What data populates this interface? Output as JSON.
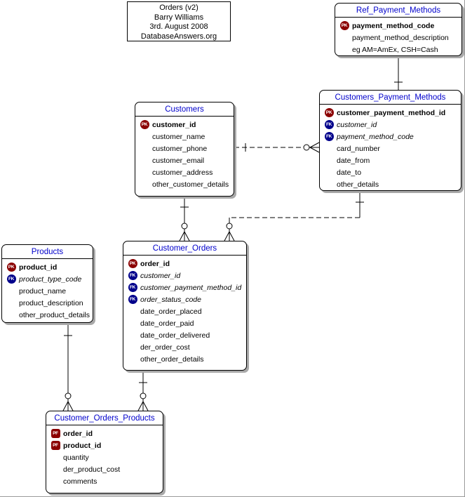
{
  "title_box": {
    "lines": [
      "Orders (v2)",
      "Barry Williams",
      "3rd. August 2008",
      "DatabaseAnswers.org"
    ]
  },
  "colors": {
    "table_title": "#0000CC",
    "pk_icon": "#8B0000",
    "fk_icon": "#00008B",
    "shadow": "#A9A9A9"
  },
  "tables": {
    "ref_payment_methods": {
      "title": "Ref_Payment_Methods",
      "rows": [
        {
          "icon": "PK",
          "label": "payment_method_code",
          "style": "pk"
        },
        {
          "icon": "",
          "label": "payment_method_description",
          "style": "normal"
        },
        {
          "icon": "",
          "label": "eg AM=AmEx, CSH=Cash",
          "style": "normal"
        }
      ]
    },
    "customers_payment_methods": {
      "title": "Customers_Payment_Methods",
      "rows": [
        {
          "icon": "PK",
          "label": "customer_payment_method_id",
          "style": "pk"
        },
        {
          "icon": "FK",
          "label": "customer_id",
          "style": "fk"
        },
        {
          "icon": "FK",
          "label": "payment_method_code",
          "style": "fk"
        },
        {
          "icon": "",
          "label": "card_number",
          "style": "normal"
        },
        {
          "icon": "",
          "label": "date_from",
          "style": "normal"
        },
        {
          "icon": "",
          "label": "date_to",
          "style": "normal"
        },
        {
          "icon": "",
          "label": "other_details",
          "style": "normal"
        }
      ]
    },
    "customers": {
      "title": "Customers",
      "rows": [
        {
          "icon": "PK",
          "label": "customer_id",
          "style": "pk"
        },
        {
          "icon": "",
          "label": "customer_name",
          "style": "normal"
        },
        {
          "icon": "",
          "label": "customer_phone",
          "style": "normal"
        },
        {
          "icon": "",
          "label": "customer_email",
          "style": "normal"
        },
        {
          "icon": "",
          "label": "customer_address",
          "style": "normal"
        },
        {
          "icon": "",
          "label": "other_customer_details",
          "style": "normal"
        }
      ]
    },
    "products": {
      "title": "Products",
      "rows": [
        {
          "icon": "PK",
          "label": "product_id",
          "style": "pk"
        },
        {
          "icon": "FK",
          "label": "product_type_code",
          "style": "fk"
        },
        {
          "icon": "",
          "label": "product_name",
          "style": "normal"
        },
        {
          "icon": "",
          "label": "product_description",
          "style": "normal"
        },
        {
          "icon": "",
          "label": "other_product_details",
          "style": "normal"
        }
      ]
    },
    "customer_orders": {
      "title": "Customer_Orders",
      "rows": [
        {
          "icon": "PK",
          "label": "order_id",
          "style": "pk"
        },
        {
          "icon": "FK",
          "label": "customer_id",
          "style": "fk"
        },
        {
          "icon": "FK",
          "label": "customer_payment_method_id",
          "style": "fk"
        },
        {
          "icon": "FK",
          "label": "order_status_code",
          "style": "fk"
        },
        {
          "icon": "",
          "label": "date_order_placed",
          "style": "normal"
        },
        {
          "icon": "",
          "label": "date_order_paid",
          "style": "normal"
        },
        {
          "icon": "",
          "label": "date_order_delivered",
          "style": "normal"
        },
        {
          "icon": "",
          "label": "der_order_cost",
          "style": "normal"
        },
        {
          "icon": "",
          "label": "other_order_details",
          "style": "normal"
        }
      ]
    },
    "customer_orders_products": {
      "title": "Customer_Orders_Products",
      "rows": [
        {
          "icon": "PF",
          "label": "order_id",
          "style": "pk"
        },
        {
          "icon": "PF",
          "label": "product_id",
          "style": "pk"
        },
        {
          "icon": "",
          "label": "quantity",
          "style": "normal"
        },
        {
          "icon": "",
          "label": "der_product_cost",
          "style": "normal"
        },
        {
          "icon": "",
          "label": "comments",
          "style": "normal"
        }
      ]
    }
  },
  "relationships": [
    {
      "from": "Ref_Payment_Methods",
      "to": "Customers_Payment_Methods",
      "line": "solid",
      "cardinality": "one-to-many"
    },
    {
      "from": "Customers",
      "to": "Customers_Payment_Methods",
      "line": "dashed",
      "cardinality": "one-to-zero-or-many"
    },
    {
      "from": "Customers",
      "to": "Customer_Orders",
      "line": "solid",
      "cardinality": "one-to-zero-or-many"
    },
    {
      "from": "Customers_Payment_Methods",
      "to": "Customer_Orders",
      "line": "dashed",
      "cardinality": "one-to-zero-or-many"
    },
    {
      "from": "Products",
      "to": "Customer_Orders_Products",
      "line": "solid",
      "cardinality": "one-to-zero-or-many"
    },
    {
      "from": "Customer_Orders",
      "to": "Customer_Orders_Products",
      "line": "solid",
      "cardinality": "one-to-zero-or-many"
    }
  ]
}
